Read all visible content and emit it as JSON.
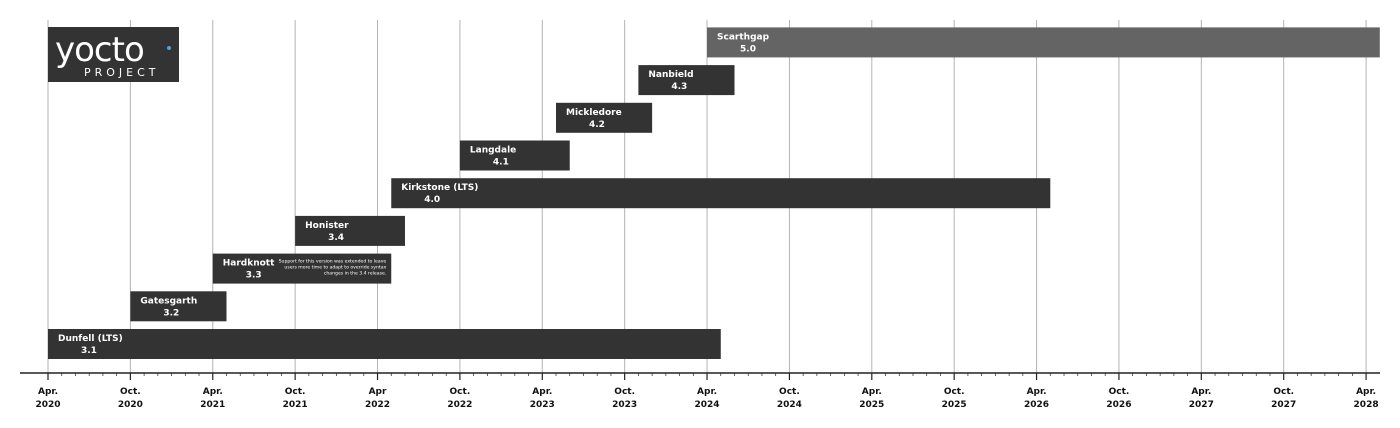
{
  "colors": {
    "bar": "#333333",
    "current_bar": "#646464",
    "grid": "#b3b3b3",
    "axis": "#222222",
    "logo_bg": "#333333",
    "logo_dot": "#4aa4e0"
  },
  "logo": {
    "name": "yocto",
    "subtitle": "PROJECT"
  },
  "chart_data": {
    "type": "gantt",
    "x_unit": "month",
    "x_range": [
      "2020-04",
      "2028-04"
    ],
    "grid": true,
    "ticks": [
      {
        "month": "Apr.",
        "year": "2020"
      },
      {
        "month": "Oct.",
        "year": "2020"
      },
      {
        "month": "Apr.",
        "year": "2021"
      },
      {
        "month": "Oct.",
        "year": "2021"
      },
      {
        "month": "Apr",
        "year": "2022"
      },
      {
        "month": "Oct.",
        "year": "2022"
      },
      {
        "month": "Apr.",
        "year": "2023"
      },
      {
        "month": "Oct.",
        "year": "2023"
      },
      {
        "month": "Apr.",
        "year": "2024"
      },
      {
        "month": "Oct.",
        "year": "2024"
      },
      {
        "month": "Apr.",
        "year": "2025"
      },
      {
        "month": "Oct.",
        "year": "2025"
      },
      {
        "month": "Apr.",
        "year": "2026"
      },
      {
        "month": "Oct.",
        "year": "2026"
      },
      {
        "month": "Apr.",
        "year": "2027"
      },
      {
        "month": "Oct.",
        "year": "2027"
      },
      {
        "month": "Apr.",
        "year": "2028"
      }
    ],
    "releases": [
      {
        "name": "Dunfell (LTS)",
        "version": "3.1",
        "start": "2020-04",
        "end": "2024-05"
      },
      {
        "name": "Gatesgarth",
        "version": "3.2",
        "start": "2020-10",
        "end": "2021-05"
      },
      {
        "name": "Hardknott",
        "version": "3.3",
        "start": "2021-04",
        "end": "2022-05",
        "note": [
          "Support for this version was extended to leave",
          "users more time to adapt to override syntax",
          "changes in the 3.4 release."
        ]
      },
      {
        "name": "Honister",
        "version": "3.4",
        "start": "2021-10",
        "end": "2022-06"
      },
      {
        "name": "Kirkstone (LTS)",
        "version": "4.0",
        "start": "2022-05",
        "end": "2026-05"
      },
      {
        "name": "Langdale",
        "version": "4.1",
        "start": "2022-10",
        "end": "2023-06"
      },
      {
        "name": "Mickledore",
        "version": "4.2",
        "start": "2023-05",
        "end": "2023-12"
      },
      {
        "name": "Nanbield",
        "version": "4.3",
        "start": "2023-11",
        "end": "2024-06"
      },
      {
        "name": "Scarthgap",
        "version": "5.0",
        "start": "2024-04",
        "end": "2028-05",
        "current": true
      }
    ]
  }
}
